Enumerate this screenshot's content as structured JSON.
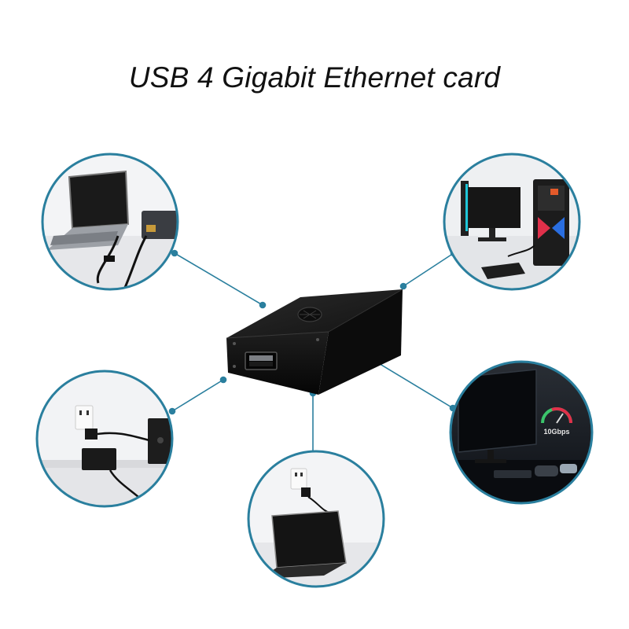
{
  "title": "USB 4 Gigabit Ethernet card",
  "accent_color": "#2a7f9e",
  "device": {
    "icon": "ethernet-adapter-icon",
    "port": "sfp-port-icon",
    "fan": "fan-icon"
  },
  "scenes": [
    {
      "id": "laptop",
      "icon": "laptop-icon"
    },
    {
      "id": "desktop-pc",
      "icon": "desktop-tower-icon"
    },
    {
      "id": "wall-outlet-router",
      "icon": "wall-outlet-icon"
    },
    {
      "id": "tablet",
      "icon": "tablet-icon"
    },
    {
      "id": "monitor-speed",
      "icon": "monitor-icon",
      "speed_label": "10Gbps"
    }
  ]
}
